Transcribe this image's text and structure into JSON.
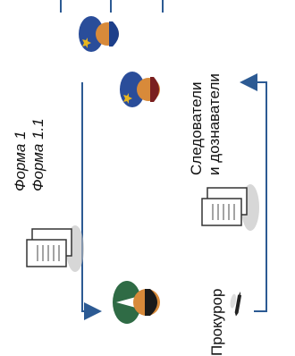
{
  "diagram": {
    "forms_label_line1": "Форма 1",
    "forms_label_line2": "Форма 1.1",
    "investigators_label_line1": "Следователи",
    "investigators_label_line2": "и дознаватели",
    "prosecutor_label": "Прокурор"
  },
  "colors": {
    "arrow": "#2c5a93",
    "officer_uniform": "#2a4d9a",
    "officer_cap": "#1d3f8a",
    "prosecutor_uniform": "#2f6b45",
    "skin": "#d88a3a",
    "document": "#666666"
  }
}
